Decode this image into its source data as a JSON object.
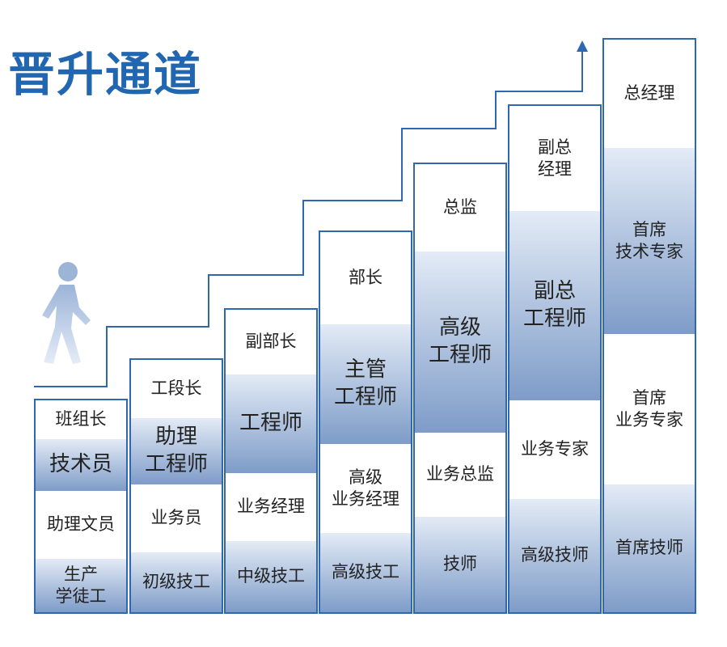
{
  "title": "晋升通道",
  "columns": [
    {
      "cells": [
        {
          "text": "班组长",
          "tone": "white",
          "h": 48,
          "big": false
        },
        {
          "text": "技术员",
          "tone": "blue",
          "h": 64,
          "big": true
        },
        {
          "text": "助理文员",
          "tone": "white",
          "h": 84,
          "big": false
        },
        {
          "text": "生产\n学徒工",
          "tone": "blue",
          "h": 70,
          "big": false
        }
      ]
    },
    {
      "cells": [
        {
          "text": "工段长",
          "tone": "white",
          "h": 72,
          "big": false
        },
        {
          "text": "助理\n工程师",
          "tone": "blue",
          "h": 82,
          "big": true
        },
        {
          "text": "业务员",
          "tone": "white",
          "h": 84,
          "big": false
        },
        {
          "text": "初级技工",
          "tone": "blue",
          "h": 78,
          "big": false
        }
      ]
    },
    {
      "cells": [
        {
          "text": "副部长",
          "tone": "white",
          "h": 80,
          "big": false
        },
        {
          "text": "工程师",
          "tone": "blue",
          "h": 122,
          "big": true
        },
        {
          "text": "业务经理",
          "tone": "white",
          "h": 84,
          "big": false
        },
        {
          "text": "中级技工",
          "tone": "blue",
          "h": 90,
          "big": false
        }
      ]
    },
    {
      "cells": [
        {
          "text": "部长",
          "tone": "white",
          "h": 114,
          "big": false
        },
        {
          "text": "主管\n工程师",
          "tone": "blue",
          "h": 148,
          "big": true
        },
        {
          "text": "高级\n业务经理",
          "tone": "white",
          "h": 110,
          "big": false
        },
        {
          "text": "高级技工",
          "tone": "blue",
          "h": 100,
          "big": false
        }
      ]
    },
    {
      "cells": [
        {
          "text": "总监",
          "tone": "white",
          "h": 108,
          "big": false
        },
        {
          "text": "高级\n工程师",
          "tone": "blue",
          "h": 224,
          "big": true
        },
        {
          "text": "业务总监",
          "tone": "white",
          "h": 104,
          "big": false
        },
        {
          "text": "技师",
          "tone": "blue",
          "h": 120,
          "big": false
        }
      ]
    },
    {
      "cells": [
        {
          "text": "副总\n经理",
          "tone": "white",
          "h": 130,
          "big": false
        },
        {
          "text": "副总\n工程师",
          "tone": "blue",
          "h": 234,
          "big": true
        },
        {
          "text": "业务专家",
          "tone": "white",
          "h": 122,
          "big": false
        },
        {
          "text": "高级技师",
          "tone": "blue",
          "h": 142,
          "big": false
        }
      ]
    },
    {
      "cells": [
        {
          "text": "总经理",
          "tone": "white",
          "h": 134,
          "big": false
        },
        {
          "text": "首席\n技术专家",
          "tone": "blue",
          "h": 230,
          "big": false
        },
        {
          "text": "首席\n业务专家",
          "tone": "white",
          "h": 186,
          "big": false
        },
        {
          "text": "首席技师",
          "tone": "blue",
          "h": 160,
          "big": false
        }
      ]
    }
  ]
}
